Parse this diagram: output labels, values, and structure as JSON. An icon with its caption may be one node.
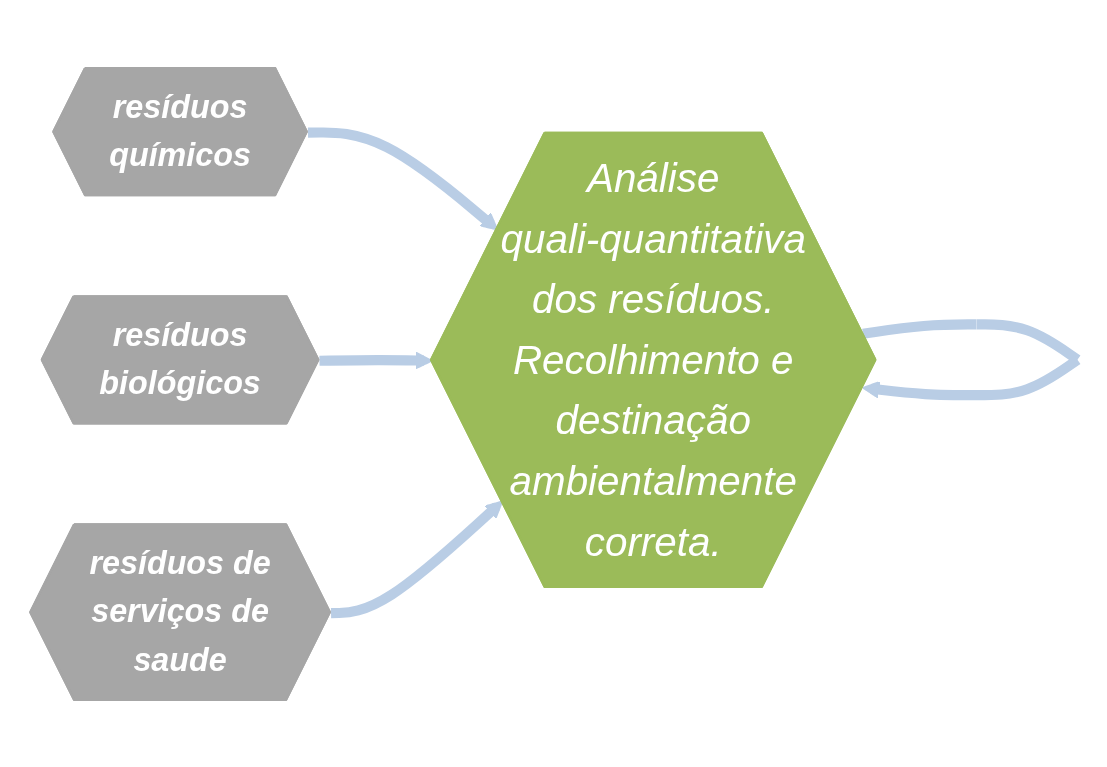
{
  "diagram": {
    "nodes": [
      {
        "text": [
          "resíduos químicos"
        ]
      },
      {
        "text": [
          "resíduos biológicos"
        ]
      },
      {
        "text": [
          "resíduos de serviços de saude"
        ]
      },
      {
        "text": [
          "Análise quali-quantitativa dos resíduos. Recolhimento e destinação ambientalmente correta."
        ]
      }
    ],
    "edges": [
      {
        "from": 0,
        "to": 3,
        "arrow": "to"
      },
      {
        "from": 1,
        "to": 3,
        "arrow": "to"
      },
      {
        "from": 2,
        "to": 3,
        "arrow": "to"
      },
      {
        "from": 3,
        "to": 3,
        "arrow": "to"
      }
    ]
  }
}
